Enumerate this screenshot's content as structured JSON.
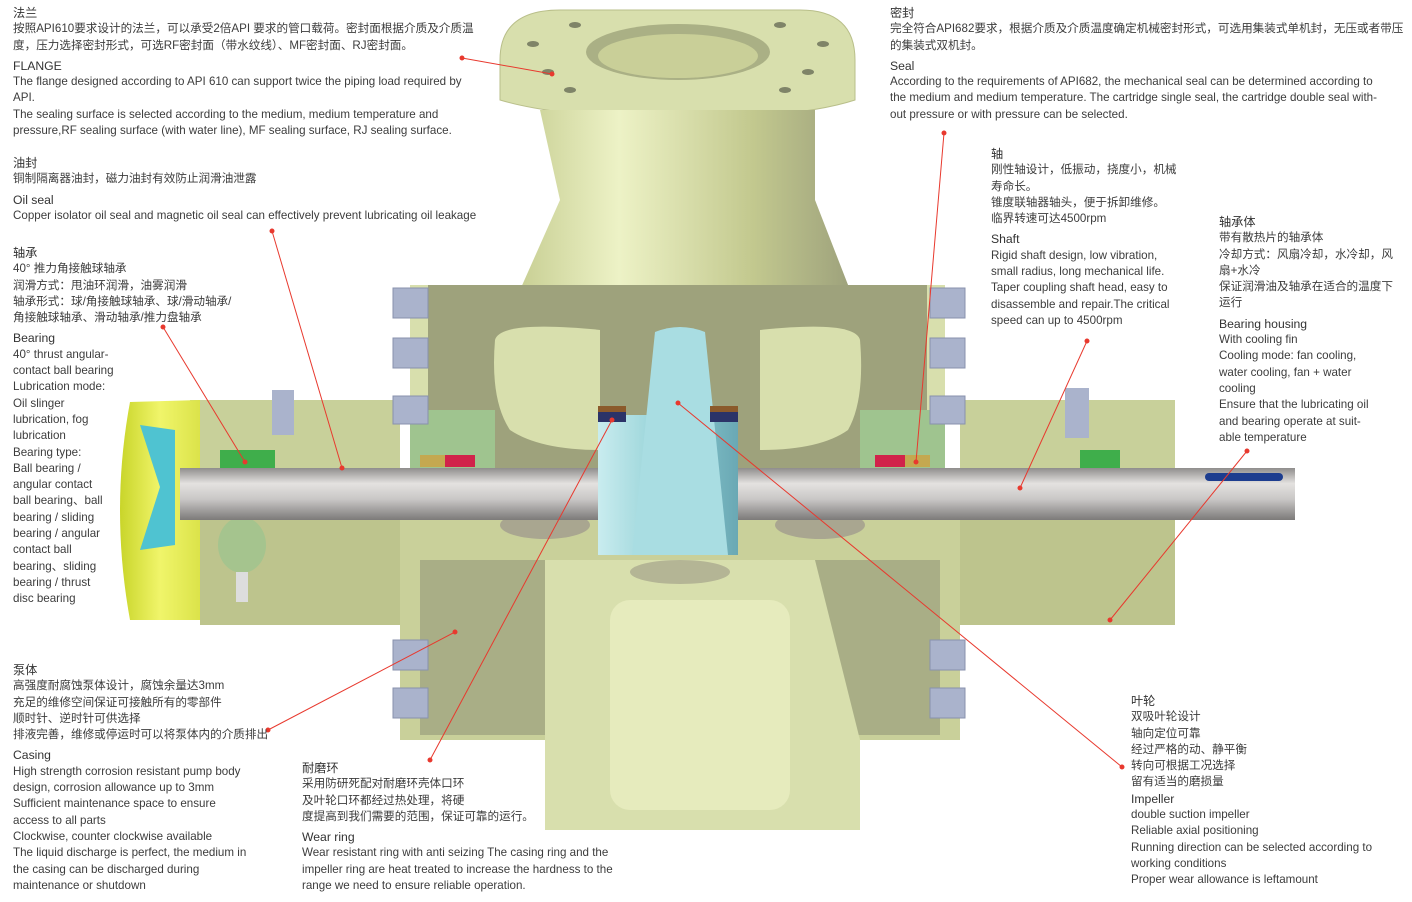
{
  "colors": {
    "leader": "#e8392e",
    "casing_light": "#d8dfad",
    "casing_dark": "#9ea27c",
    "impeller": "#a9dde2",
    "shaft": "#c9c7c6",
    "bolt": "#aab3cc",
    "fan_housing": "#e6ee50",
    "fan_blade": "#4fc3d1"
  },
  "flange": {
    "cn_title": "法兰",
    "cn_lines": [
      "按照API610要求设计的法兰，可以承受2倍API  要求的管口载荷。密封面根据介质及介质温",
      "度，压力选择密封形式，可选RF密封面（带水纹线）、MF密封面、RJ密封面。"
    ],
    "en_title": "FLANGE",
    "en_lines": [
      "The flange designed according to API 610 can support twice the piping load required by",
      "API.",
      "The sealing surface is selected according to the medium, medium temperature and",
      "pressure,RF sealing surface (with water line), MF sealing surface, RJ sealing surface."
    ]
  },
  "oil_seal": {
    "cn_title": "油封",
    "cn_lines": [
      "铜制隔离器油封，磁力油封有效防止润滑油泄露"
    ],
    "en_title": "Oil seal",
    "en_lines": [
      "Copper isolator oil seal and magnetic oil seal can effectively prevent lubricating oil leakage"
    ]
  },
  "bearing": {
    "cn_title": "轴承",
    "cn_lines": [
      "40°  推力角接触球轴承",
      "润滑方式：甩油环润滑，油雾润滑",
      "轴承形式：球/角接触球轴承、球/滑动轴承/",
      "角接触球轴承、滑动轴承/推力盘轴承"
    ],
    "en_title": "Bearing",
    "en_lines": [
      "40°  thrust angular-",
      "contact ball bearing",
      "Lubrication mode:",
      "Oil slinger",
      "lubrication, fog",
      "lubrication",
      "Bearing type:",
      "Ball bearing /",
      "angular contact",
      "ball bearing、ball",
      "bearing / sliding",
      "bearing / angular",
      "contact ball",
      "bearing、sliding",
      "bearing / thrust",
      "disc bearing"
    ]
  },
  "casing": {
    "cn_title": "泵体",
    "cn_lines": [
      "高强度耐腐蚀泵体设计，腐蚀余量达3mm",
      "充足的维修空间保证可接触所有的零部件",
      "顺时针、逆时针可供选择",
      "排液完善，维修或停运时可以将泵体内的介质排出"
    ],
    "en_title": "Casing",
    "en_lines": [
      "High strength corrosion resistant pump body",
      "design, corrosion allowance up to 3mm",
      "Sufficient maintenance space to ensure",
      "access to all parts",
      "Clockwise, counter clockwise available",
      "The liquid discharge is perfect, the medium in",
      "the casing can be discharged during",
      "maintenance or shutdown"
    ]
  },
  "wear_ring": {
    "cn_title": "耐磨环",
    "cn_lines": [
      "采用防研死配对耐磨环壳体口环",
      "及叶轮口环都经过热处理，将硬",
      "度提高到我们需要的范围，保证可靠的运行。"
    ],
    "en_title": "Wear ring",
    "en_lines": [
      "Wear resistant ring with anti seizing The casing ring and the",
      "impeller ring are heat treated to increase the hardness to the",
      "range we need to ensure reliable operation."
    ]
  },
  "seal": {
    "cn_title": "密封",
    "cn_lines": [
      "完全符合API682要求，根据介质及介质温度确定机械密封形式，可选用集装式单机封，无压或者带压",
      "的集装式双机封。"
    ],
    "en_title": "Seal",
    "en_lines": [
      "According to the requirements of API682, the mechanical seal can be determined according to",
      "the medium and medium temperature. The cartridge single seal, the cartridge double seal with-",
      "out pressure or with pressure can be selected."
    ]
  },
  "shaft": {
    "cn_title": "轴",
    "cn_lines": [
      "刚性轴设计，低振动，挠度小，机械",
      "寿命长。",
      "锥度联轴器轴头，便于拆卸维修。",
      "临界转速可达4500rpm"
    ],
    "en_title": "Shaft",
    "en_lines": [
      "Rigid shaft design, low vibration,",
      "small radius, long mechanical life.",
      "Taper coupling shaft head, easy to",
      "disassemble and repair.The critical",
      "speed can up to 4500rpm"
    ]
  },
  "bearing_housing": {
    "cn_title": "轴承体",
    "cn_lines": [
      "带有散热片的轴承体",
      "冷却方式：风扇冷却，水冷却，风",
      "扇+水冷",
      "保证润滑油及轴承在适合的温度下",
      "运行"
    ],
    "en_title": "Bearing housing",
    "en_lines": [
      "With cooling fin",
      "Cooling mode: fan cooling,",
      "water cooling, fan + water",
      "cooling",
      "Ensure that the lubricating oil",
      "and bearing operate at suit-",
      "able temperature"
    ]
  },
  "impeller": {
    "cn_title": "叶轮",
    "cn_lines": [
      "双吸叶轮设计",
      "轴向定位可靠",
      "经过严格的动、静平衡",
      "转向可根据工况选择",
      "留有适当的磨损量"
    ],
    "en_title": "Impeller",
    "en_lines": [
      "double suction impeller",
      "Reliable axial positioning",
      "Running direction  can be selected according to",
      "working conditions",
      "Proper wear allowance is leftamount"
    ]
  }
}
